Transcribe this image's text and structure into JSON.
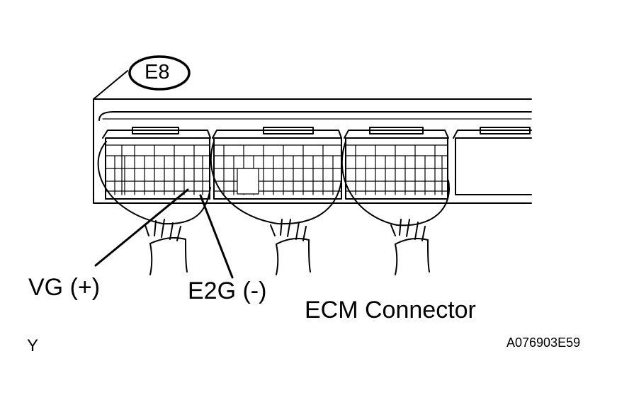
{
  "connector_id": "E8",
  "pin_labels": {
    "vg": "VG (+)",
    "e2g": "E2G (-)"
  },
  "caption": "ECM Connector",
  "corner_mark": "Y",
  "figure_code": "A076903E59",
  "colors": {
    "line": "#000000",
    "background": "#ffffff"
  }
}
